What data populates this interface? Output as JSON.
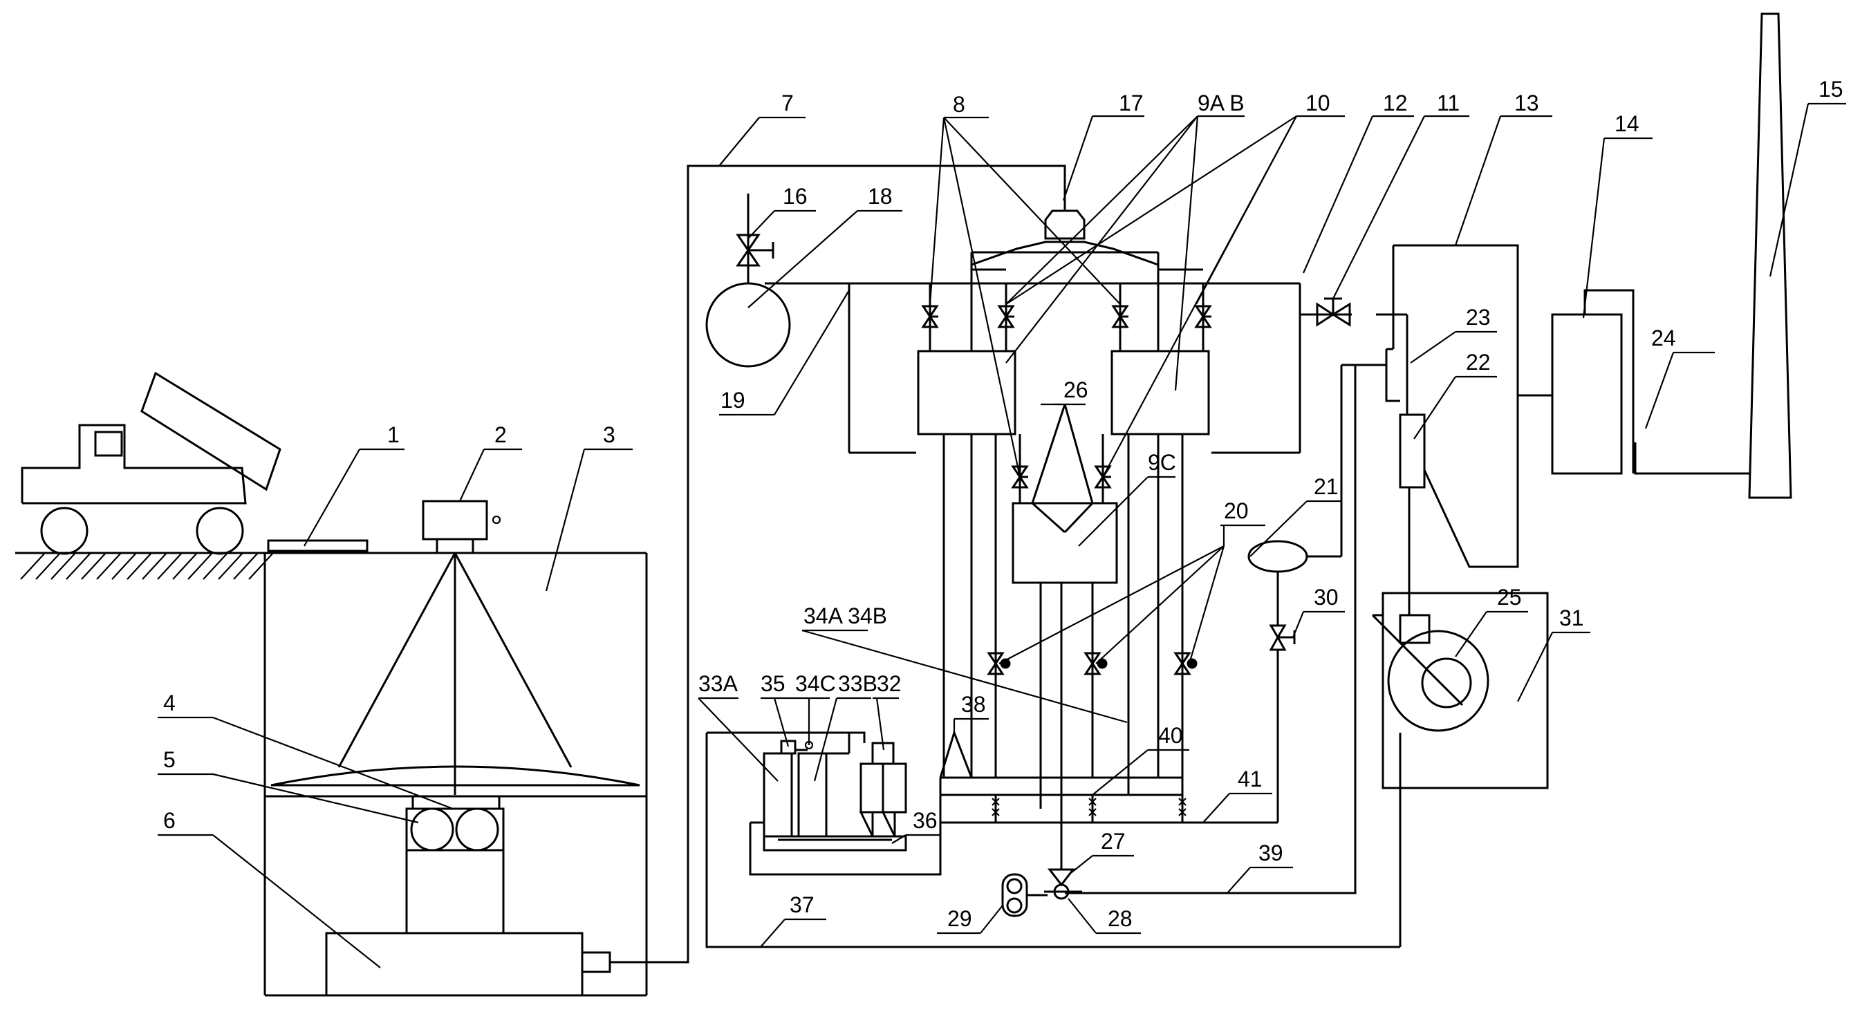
{
  "labels": {
    "l1": "1",
    "l2": "2",
    "l3": "3",
    "l4": "4",
    "l5": "5",
    "l6": "6",
    "l7": "7",
    "l8": "8",
    "l9ab": "9A B",
    "l9c": "9C",
    "l10": "10",
    "l11": "11",
    "l12": "12",
    "l13": "13",
    "l14": "14",
    "l15": "15",
    "l16": "16",
    "l17": "17",
    "l18": "18",
    "l19": "19",
    "l20": "20",
    "l21": "21",
    "l22": "22",
    "l23": "23",
    "l24": "24",
    "l25": "25",
    "l26": "26",
    "l27": "27",
    "l28": "28",
    "l29": "29",
    "l30": "30",
    "l31": "31",
    "l32": "32",
    "l33a": "33A",
    "l33b": "33B",
    "l34ab": "34A 34B",
    "l34c": "34C",
    "l35": "35",
    "l36": "36",
    "l37": "37",
    "l38": "38",
    "l39": "39",
    "l40": "40",
    "l41": "41"
  }
}
